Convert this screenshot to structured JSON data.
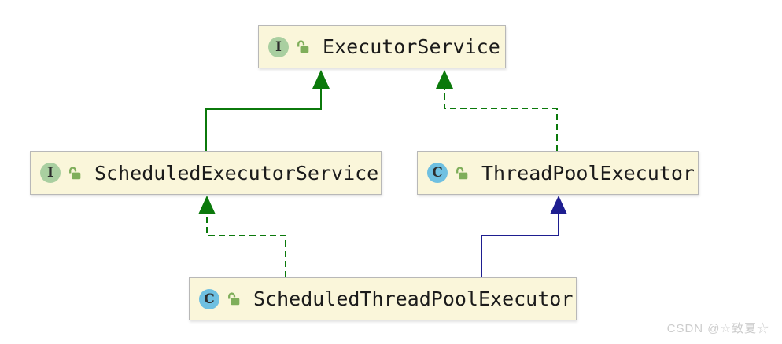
{
  "colors": {
    "edge_green": "#0b790b",
    "edge_navy": "#1e1e90",
    "node_bg": "#faf6da",
    "node_border": "#b8b8b8",
    "interface_badge_bg": "#a9cfa0",
    "class_badge_bg": "#6fc0e1",
    "lock_green": "#7fae5a",
    "label_text": "#1b1b1b",
    "watermark_text": "#cccccc"
  },
  "diagram": {
    "nodes": [
      {
        "label": "ExecutorService",
        "type": "interface",
        "badge": "I",
        "visibility": "public-unlocked"
      },
      {
        "label": "ScheduledExecutorService",
        "type": "interface",
        "badge": "I",
        "visibility": "public-unlocked"
      },
      {
        "label": "ThreadPoolExecutor",
        "type": "class",
        "badge": "C",
        "visibility": "public-unlocked"
      },
      {
        "label": "ScheduledThreadPoolExecutor",
        "type": "class",
        "badge": "C",
        "visibility": "public-unlocked"
      }
    ],
    "edges": [
      {
        "from": "ScheduledExecutorService",
        "to": "ExecutorService",
        "relation": "extends",
        "line": "solid",
        "color": "#0b790b"
      },
      {
        "from": "ThreadPoolExecutor",
        "to": "ExecutorService",
        "relation": "implements",
        "line": "dashed",
        "color": "#0b790b"
      },
      {
        "from": "ScheduledThreadPoolExecutor",
        "to": "ScheduledExecutorService",
        "relation": "implements",
        "line": "dashed",
        "color": "#0b790b"
      },
      {
        "from": "ScheduledThreadPoolExecutor",
        "to": "ThreadPoolExecutor",
        "relation": "extends",
        "line": "solid",
        "color": "#1e1e90"
      }
    ]
  },
  "watermark": {
    "text": "CSDN @☆致夏☆"
  }
}
